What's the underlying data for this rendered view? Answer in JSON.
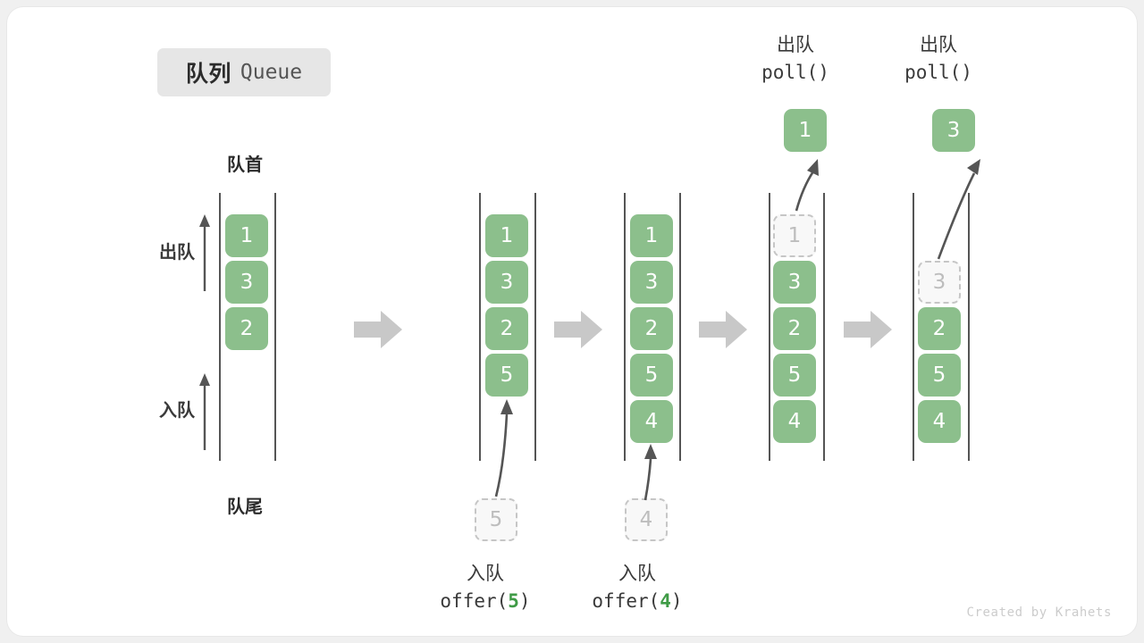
{
  "diagram": {
    "title_cn": "队列",
    "title_en": "Queue",
    "head_label": "队首",
    "tail_label": "队尾",
    "side_ops": {
      "dequeue": "出队",
      "enqueue": "入队"
    },
    "watermark": "Created by Krahets",
    "colors": {
      "element": "#8cbf8c",
      "element_text": "#ffffff",
      "ghost_fill": "#f8f8f8",
      "ghost_border": "#c6c6c6",
      "ghost_text": "#bdbdbd",
      "rail": "#555555",
      "arrow": "#555555",
      "step_arrow": "#c8c8c8",
      "accent_code": "#3f9b46",
      "card": "#ffffff",
      "page": "#f0f0f0"
    },
    "steps": [
      {
        "name": "initial",
        "elements": [
          "1",
          "3",
          "2"
        ],
        "ghost_index": null,
        "caption_cn": "",
        "caption_code": "",
        "caption_arg": ""
      },
      {
        "name": "offer-5",
        "elements": [
          "1",
          "3",
          "2",
          "5"
        ],
        "ghost_index": null,
        "incoming_value": "5",
        "caption_cn": "入队",
        "caption_code_prefix": "offer(",
        "caption_arg": "5",
        "caption_code_suffix": ")"
      },
      {
        "name": "offer-4",
        "elements": [
          "1",
          "3",
          "2",
          "5",
          "4"
        ],
        "ghost_index": null,
        "incoming_value": "4",
        "caption_cn": "入队",
        "caption_code_prefix": "offer(",
        "caption_arg": "4",
        "caption_code_suffix": ")"
      },
      {
        "name": "poll-1",
        "elements": [
          "1",
          "3",
          "2",
          "5",
          "4"
        ],
        "ghost_index": 0,
        "outgoing_value": "1",
        "caption_cn": "出队",
        "caption_code_prefix": "poll(",
        "caption_arg": "",
        "caption_code_suffix": ")"
      },
      {
        "name": "poll-3",
        "elements": [
          "",
          "3",
          "2",
          "5",
          "4"
        ],
        "ghost_index": 1,
        "outgoing_value": "3",
        "caption_cn": "出队",
        "caption_code_prefix": "poll(",
        "caption_arg": "",
        "caption_code_suffix": ")"
      }
    ]
  }
}
